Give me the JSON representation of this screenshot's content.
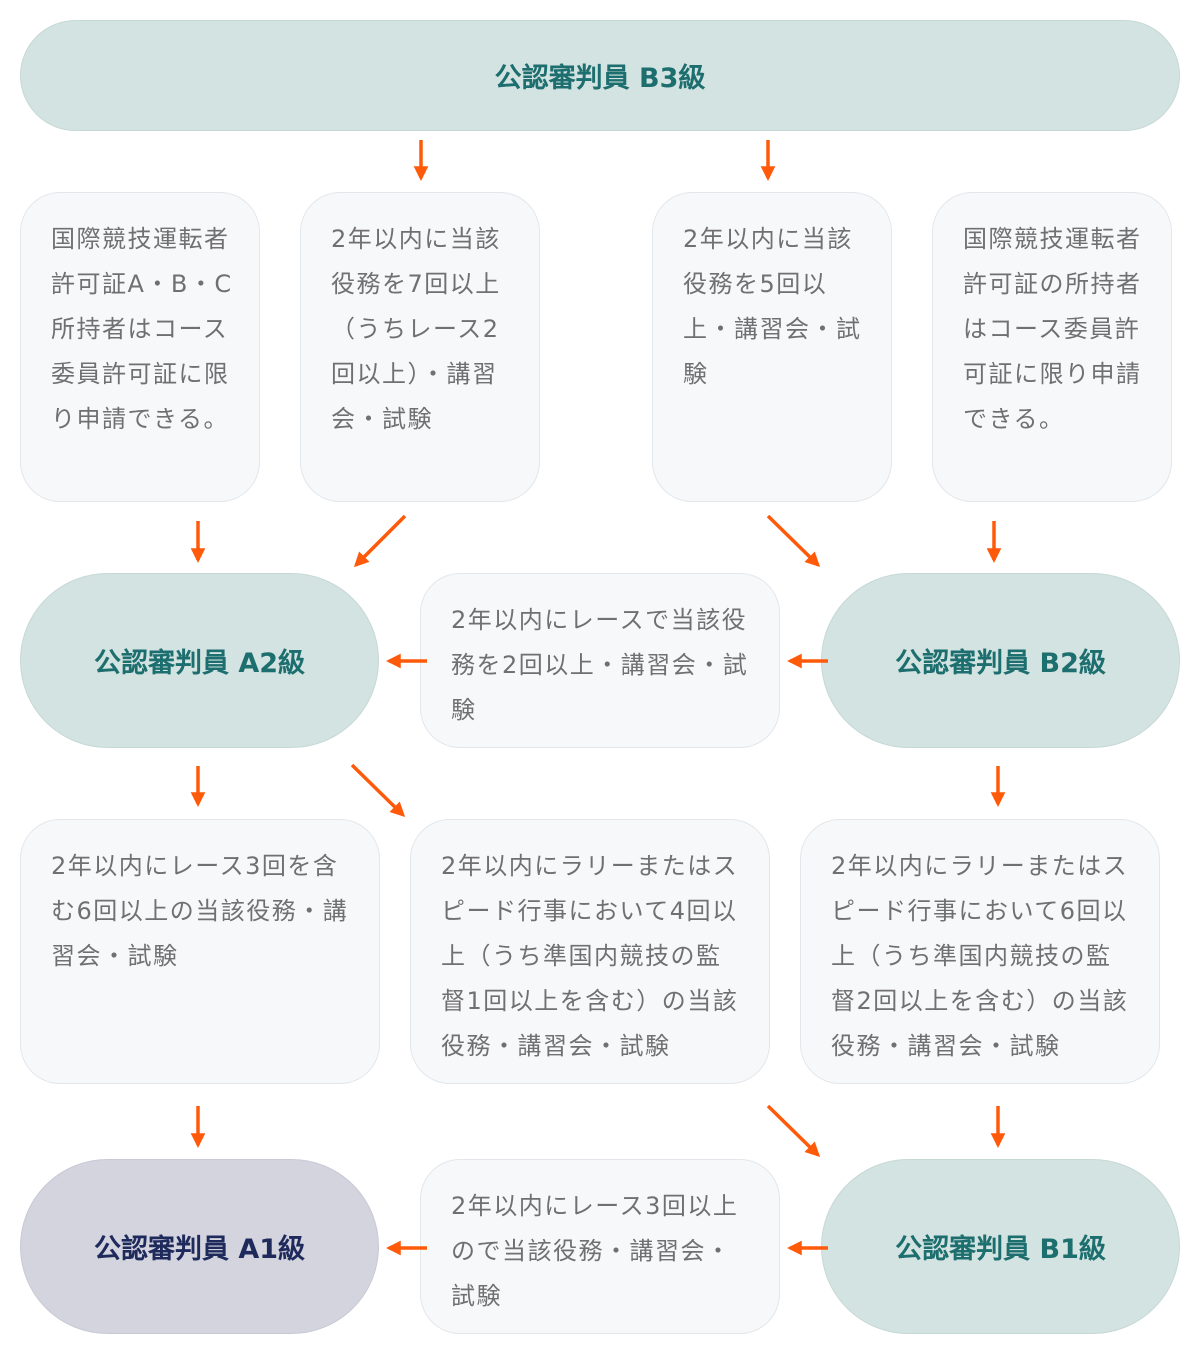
{
  "nodes": {
    "b3": "公認審判員 B3級",
    "a2": "公認審判員 A2級",
    "b2": "公認審判員 B2級",
    "a1": "公認審判員 A1級",
    "b1": "公認審判員 B1級"
  },
  "conditions": {
    "b3_to_a2_license": "国際競技運転者許可証A・B・C所持者はコース委員許可証に限り申請できる。",
    "b3_to_a2": "2年以内に当該役務を7回以上（うちレース2回以上）・講習会・試験",
    "b3_to_b2": "2年以内に当該役務を5回以上・講習会・試験",
    "b3_to_b2_license": "国際競技運転者許可証の所持者はコース委員許可証に限り申請できる。",
    "b2_to_a2": "2年以内にレースで当該役務を2回以上・講習会・試験",
    "a2_to_a1": "2年以内にレース3回を含む6回以上の当該役務・講習会・試験",
    "a2_to_b1": "2年以内にラリーまたはスピード行事において4回以上（うち準国内競技の監督1回以上を含む）の当該役務・講習会・試験",
    "b2_to_b1": "2年以内にラリーまたはスピード行事において6回以上（うち準国内競技の監督2回以上を含む）の当該役務・講習会・試験",
    "b1_to_a1": "2年以内にレース3回以上ので当該役務・講習会・試験"
  },
  "colors": {
    "node_fill": "#d3e3e1",
    "node_text": "#1d6e6e",
    "a1_fill": "#d3d4de",
    "a1_text": "#1f2a5c",
    "condition_fill": "#f7f8fa",
    "condition_text": "#707070",
    "arrow": "#ff5a0a"
  }
}
